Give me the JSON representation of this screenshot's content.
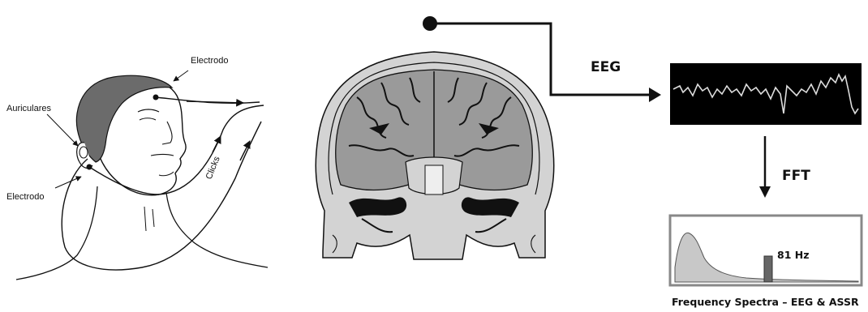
{
  "left_panel": {
    "label_electrode_top": "Electrodo",
    "label_headphones": "Auriculares",
    "label_electrode_bottom": "Electrodo",
    "label_clicks": "Clicks"
  },
  "signal_chain": {
    "eeg_label": "EEG",
    "fft_label": "FFT"
  },
  "spectrum_panel": {
    "peak_label": "81 Hz",
    "caption": "Frequency Spectra – EEG & ASSR"
  },
  "colors": {
    "ink": "#111111",
    "hair": "#6b6b6b",
    "brain_fill": "#9a9a9a",
    "skull_fill": "#d3d3d3",
    "eeg_background": "#000000",
    "eeg_trace": "#dcdcdc",
    "spectrum_fill": "#c8c8c8",
    "peak_bar": "#666666"
  },
  "icons": [
    "ear-headphone-icon",
    "electrode-icon",
    "arrow-icon"
  ]
}
